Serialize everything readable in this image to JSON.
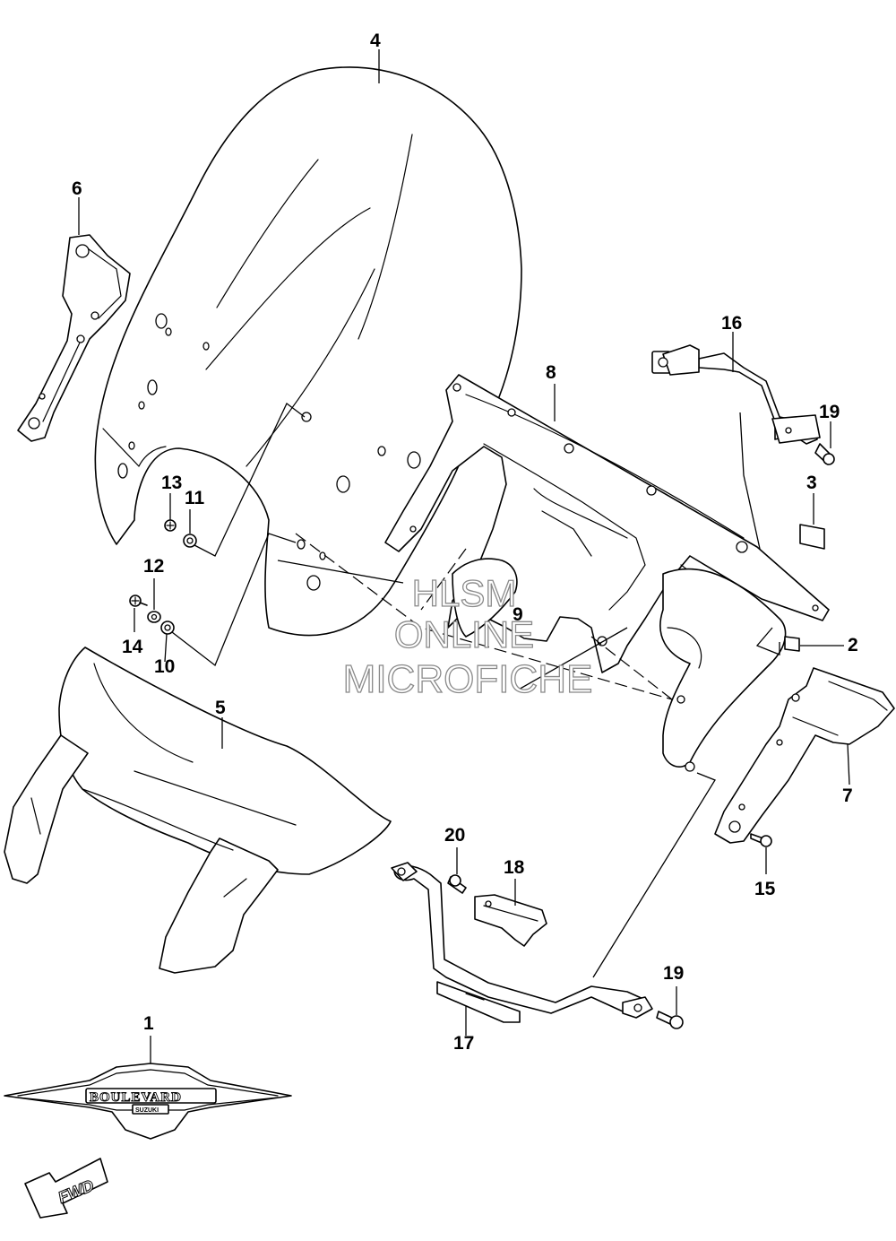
{
  "callouts": {
    "c1": "1",
    "c2": "2",
    "c3": "3",
    "c4": "4",
    "c5": "5",
    "c6": "6",
    "c7": "7",
    "c8": "8",
    "c9": "9",
    "c10": "10",
    "c11": "11",
    "c12": "12",
    "c13": "13",
    "c14": "14",
    "c15": "15",
    "c16": "16",
    "c17": "17",
    "c18": "18",
    "c19a": "19",
    "c19b": "19",
    "c20": "20"
  },
  "watermark": {
    "line1": "HLSM",
    "line2": "ONLINE",
    "line3": "MICROFICHE",
    "color": "#8a8a8a"
  },
  "emblem": {
    "brand": "BOULEVARD",
    "maker": "SUZUKI"
  },
  "direction": {
    "label": "FWD",
    "icon": "forward-arrow-icon"
  }
}
